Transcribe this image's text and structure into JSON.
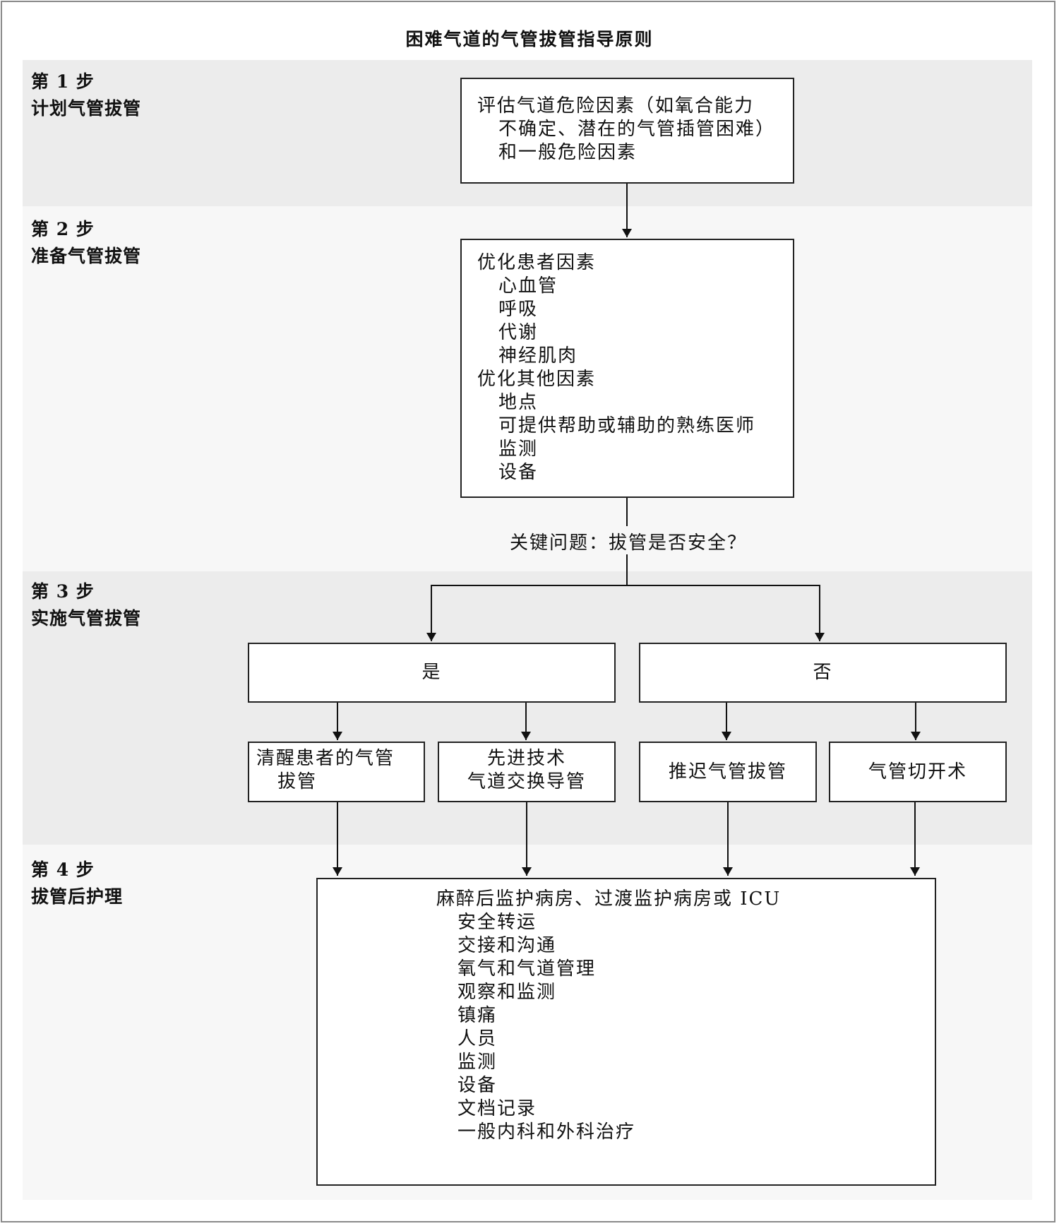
{
  "title": "困难气道的气管拔管指导原则",
  "steps": [
    {
      "number": "第 1 步",
      "name": "计划气管拔管"
    },
    {
      "number": "第 2 步",
      "name": "准备气管拔管"
    },
    {
      "number": "第 3 步",
      "name": "实施气管拔管"
    },
    {
      "number": "第 4 步",
      "name": "拔管后护理"
    }
  ],
  "assess": {
    "lines": [
      "评估气道危险因素（如氧合能力",
      "不确定、潜在的气管插管困难）",
      "和一般危险因素"
    ]
  },
  "prepare": {
    "patient_heading": "优化患者因素",
    "patient_items": [
      "心血管",
      "呼吸",
      "代谢",
      "神经肌肉"
    ],
    "other_heading": "优化其他因素",
    "other_items": [
      "地点",
      "可提供帮助或辅助的熟练医师",
      "监测",
      "设备"
    ]
  },
  "key_question": "关键问题：拔管是否安全？",
  "yes_label": "是",
  "no_label": "否",
  "yes_options": {
    "awake_line1": "清醒患者的气管",
    "awake_line2": "拔管",
    "advanced_line1": "先进技术",
    "advanced_line2": "气道交换导管"
  },
  "no_options": {
    "delay": "推迟气管拔管",
    "trach": "气管切开术"
  },
  "post_care": {
    "heading": "麻醉后监护病房、过渡监护病房或 ICU",
    "items": [
      "安全转运",
      "交接和沟通",
      "氧气和气道管理",
      "观察和监测",
      "镇痛",
      "人员",
      "监测",
      "设备",
      "文档记录",
      "一般内科和外科治疗"
    ]
  }
}
